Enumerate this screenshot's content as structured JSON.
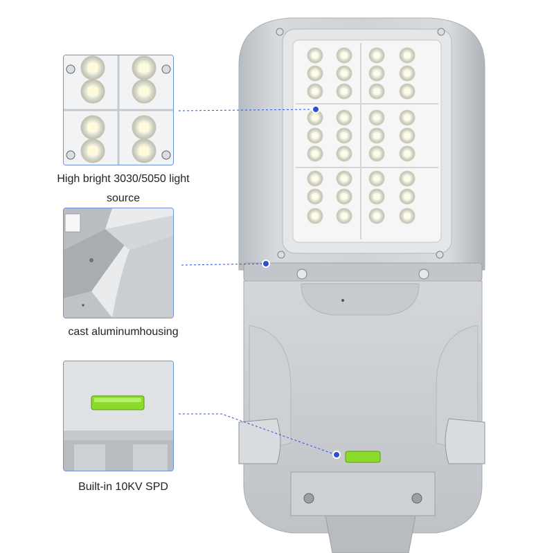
{
  "callouts": [
    {
      "label": "High bright 3030/5050 light source"
    },
    {
      "label": "cast aluminumhousing"
    },
    {
      "label": "Built-in 10KV SPD"
    }
  ],
  "colors": {
    "callout_border": "#6f8fd6",
    "marker_dot": "#2f4fd0",
    "spd_indicator": "#8bdc2a",
    "housing": "#c9cdd1"
  }
}
